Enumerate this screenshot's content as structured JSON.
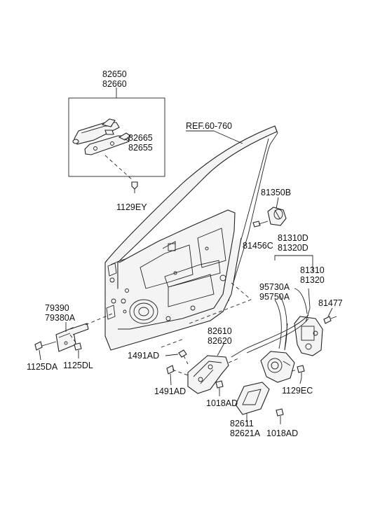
{
  "labels": {
    "p82650": "82650",
    "p82660": "82660",
    "p82665": "82665",
    "p82655": "82655",
    "p1129EY": "1129EY",
    "ref": "REF.60-760",
    "p81350B": "81350B",
    "p81456C": "81456C",
    "p81310D": "81310D",
    "p81320D": "81320D",
    "p81310": "81310",
    "p81320": "81320",
    "p95730A": "95730A",
    "p95750A": "95750A",
    "p81477": "81477",
    "p79390": "79390",
    "p79380A": "79380A",
    "p1125DA": "1125DA",
    "p1125DL": "1125DL",
    "p82610": "82610",
    "p82620": "82620",
    "p1491AD_a": "1491AD",
    "p1491AD_b": "1491AD",
    "p1129EC": "1129EC",
    "p1018AD_a": "1018AD",
    "p82611": "82611",
    "p82621A": "82621A",
    "p1018AD_b": "1018AD"
  }
}
